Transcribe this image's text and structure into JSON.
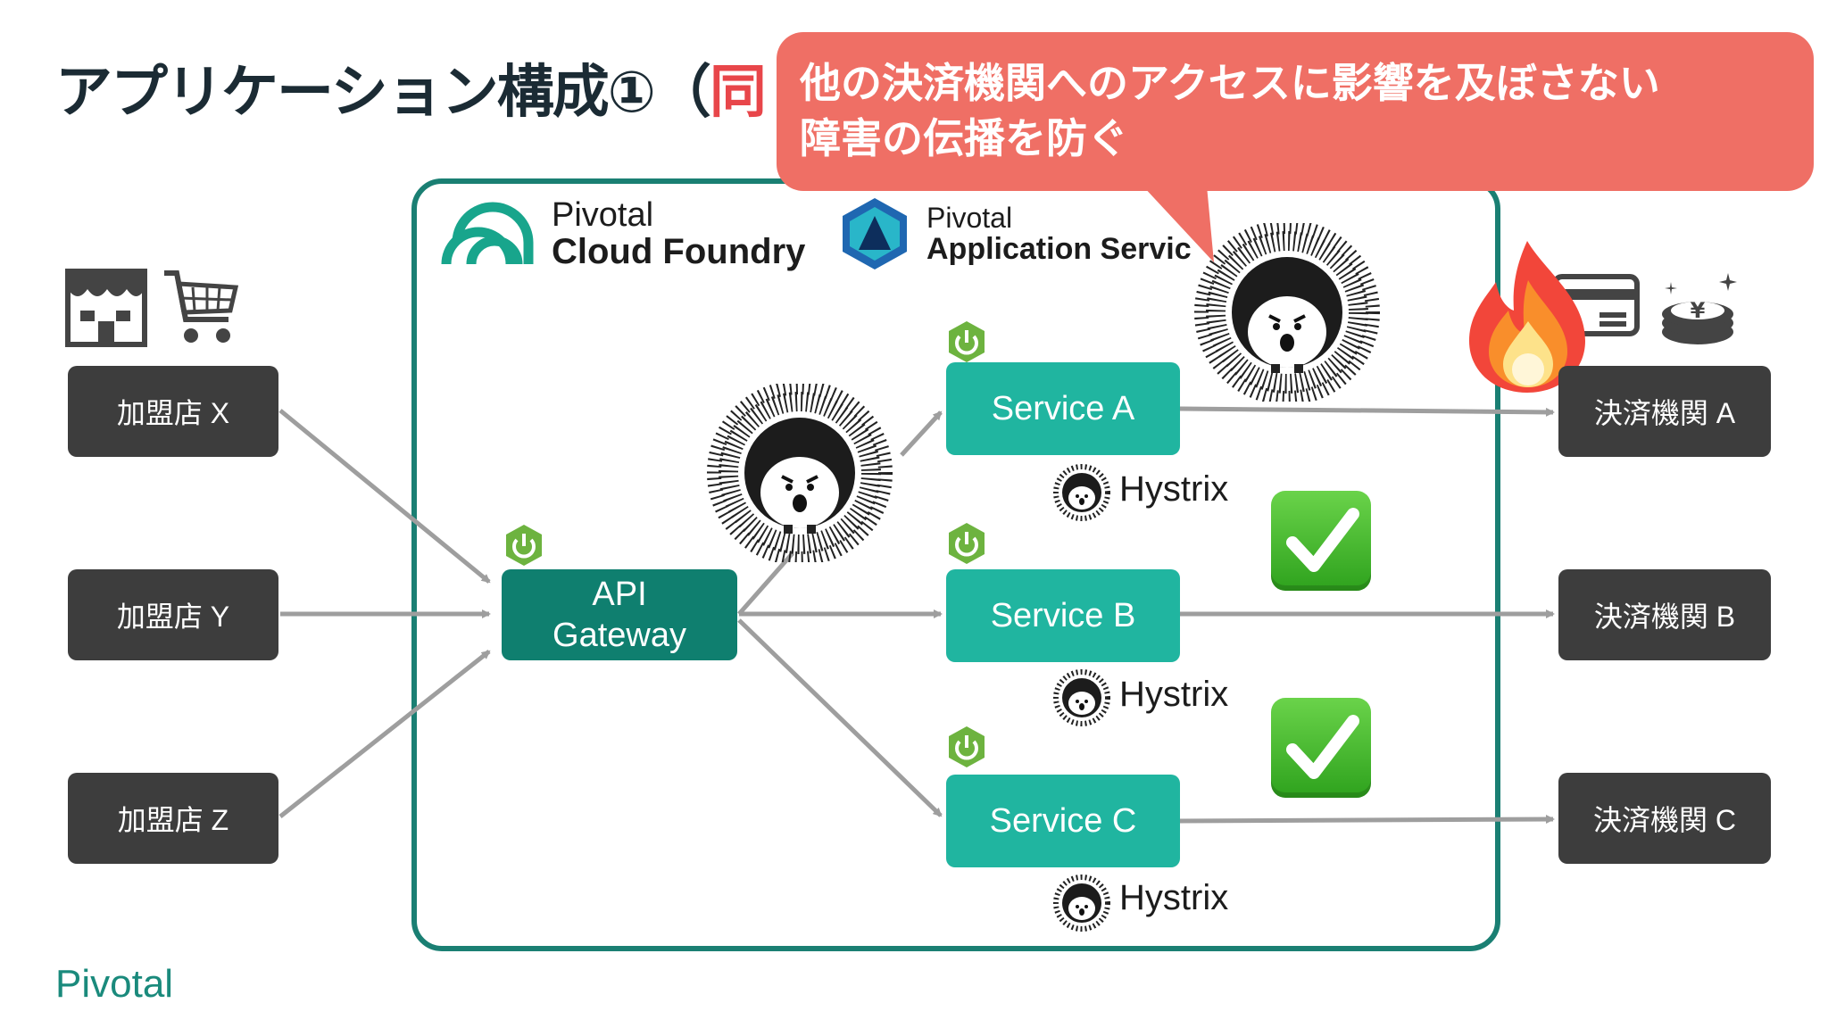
{
  "slide": {
    "title_main": "アプリケーション構成①（",
    "title_red": "同",
    "brand": "Pivotal"
  },
  "callout": {
    "line1": "他の決済機関へのアクセスに影響を及ぼさない",
    "line2": "障害の伝播を防ぐ"
  },
  "logos": {
    "pcf_line1": "Pivotal",
    "pcf_line2": "Cloud Foundry",
    "pas_line1": "Pivotal",
    "pas_line2": "Application Servic"
  },
  "merchants": [
    "加盟店 X",
    "加盟店 Y",
    "加盟店 Z"
  ],
  "gateway": {
    "line1": "API",
    "line2": "Gateway"
  },
  "services": [
    "Service A",
    "Service B",
    "Service C"
  ],
  "hystrix_label": "Hystrix",
  "banks": [
    "決済機関 A",
    "決済機関 B",
    "決済機関 C"
  ],
  "colors": {
    "frame": "#1a7f73",
    "service": "#20b5a0",
    "gateway": "#0f7f6f",
    "dark_box": "#3d3d3d",
    "callout": "#ef6f65",
    "arrow": "#9e9e9e",
    "spring": "#6db33f"
  },
  "icons": [
    "store-icon",
    "shopping-cart-icon",
    "credit-card-icon",
    "coin-icon",
    "fire-icon",
    "hedgehog-icon",
    "spring-power-icon",
    "check-mark-icon"
  ]
}
